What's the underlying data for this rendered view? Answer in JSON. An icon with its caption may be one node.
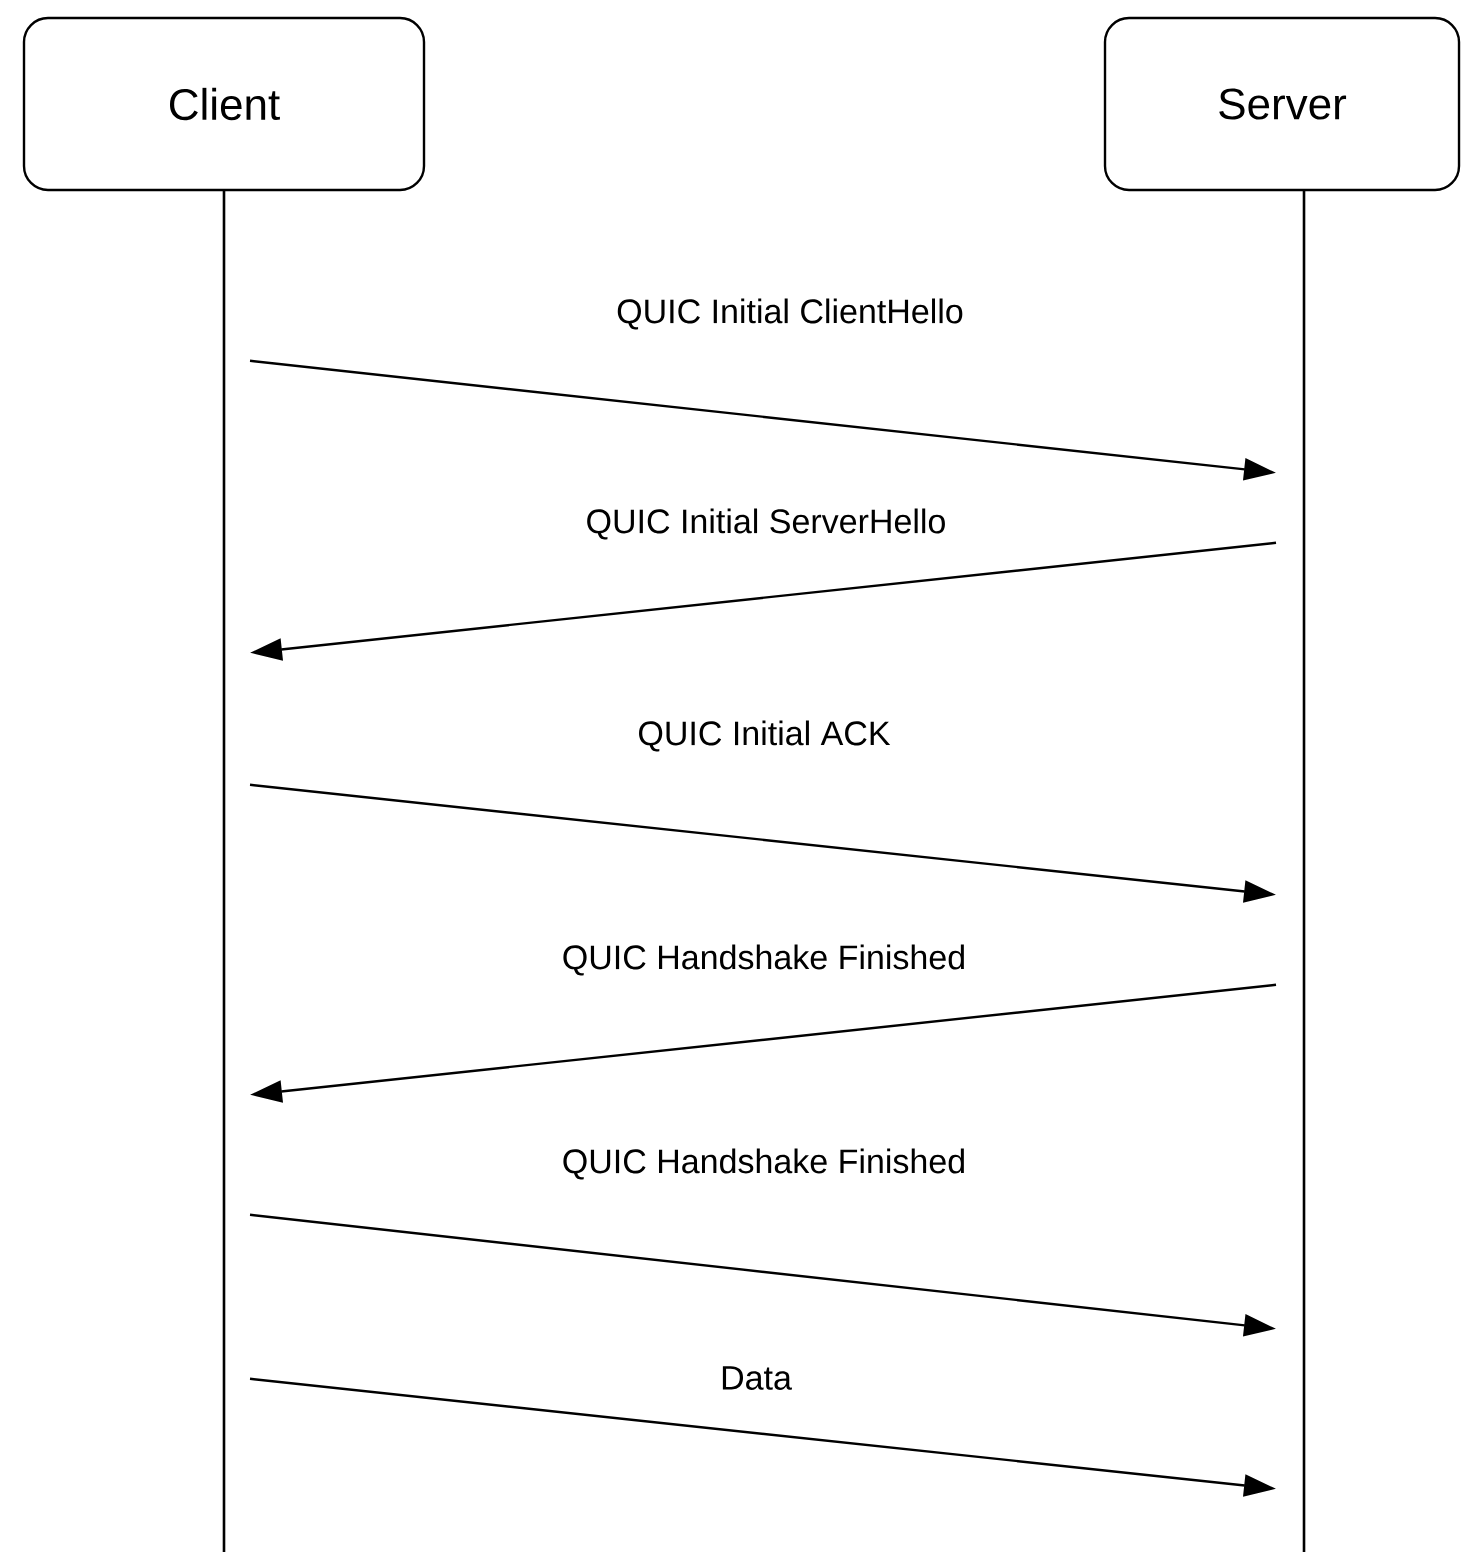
{
  "diagram": {
    "nodes": [
      {
        "text": [
          "Client"
        ]
      },
      {
        "text": [
          "Server"
        ]
      },
      {
        "text": [],
        "shape": "bar"
      },
      {
        "text": [],
        "shape": "bar"
      }
    ],
    "edges": [
      {
        "from": 2,
        "to": 3,
        "arrow": "to",
        "label": "QUIC Initial ClientHello"
      },
      {
        "from": 3,
        "to": 2,
        "arrow": "to",
        "label": "QUIC Initial ServerHello"
      },
      {
        "from": 2,
        "to": 3,
        "arrow": "to",
        "label": "QUIC Initial ACK"
      },
      {
        "from": 3,
        "to": 2,
        "arrow": "to",
        "label": "QUIC Handshake Finished"
      },
      {
        "from": 2,
        "to": 3,
        "arrow": "to",
        "label": "QUIC Handshake Finished"
      },
      {
        "from": 2,
        "to": 3,
        "arrow": "to",
        "label": "Data"
      }
    ]
  }
}
